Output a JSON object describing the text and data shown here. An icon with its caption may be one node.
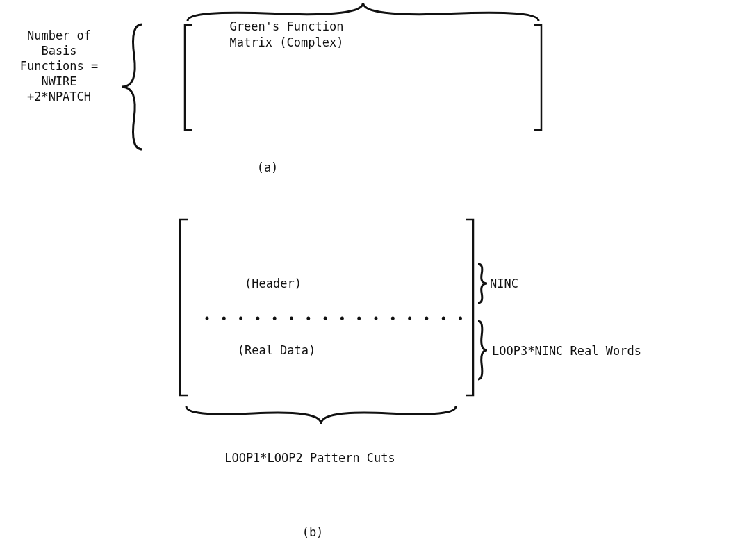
{
  "diagram": {
    "nodes": [
      {
        "text": [
          "Green's Function Matrix (Complex)"
        ]
      },
      {
        "text": [
          "(Header)",
          "(Real Data)"
        ]
      }
    ],
    "labels": [
      "Number of Basis Functions = NWIRE +2*NPATCH",
      "(a)",
      "NINC",
      "LOOP3*NINC Real Words",
      "LOOP1*LOOP2 Pattern Cuts",
      "(b)"
    ]
  }
}
